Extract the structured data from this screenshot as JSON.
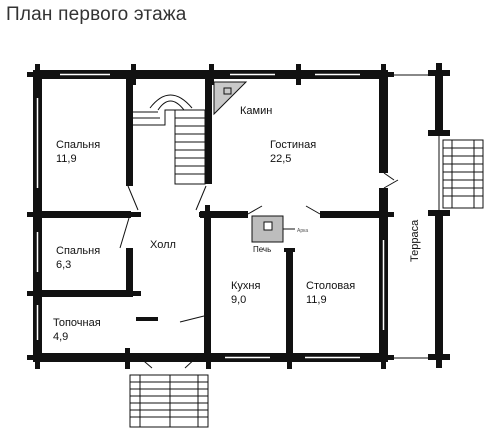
{
  "title": "План первого этажа",
  "rooms": [
    {
      "name": "Спальня",
      "area": "11,9"
    },
    {
      "name": "Спальня",
      "area": "6,3"
    },
    {
      "name": "Холл"
    },
    {
      "name": "Топочная",
      "area": "4,9"
    },
    {
      "name": "Камин"
    },
    {
      "name": "Гостиная",
      "area": "22,5"
    },
    {
      "name": "Печь"
    },
    {
      "name": "Кухня",
      "area": "9,0"
    },
    {
      "name": "Столовая",
      "area": "11,9"
    },
    {
      "name": "Терраса"
    }
  ]
}
